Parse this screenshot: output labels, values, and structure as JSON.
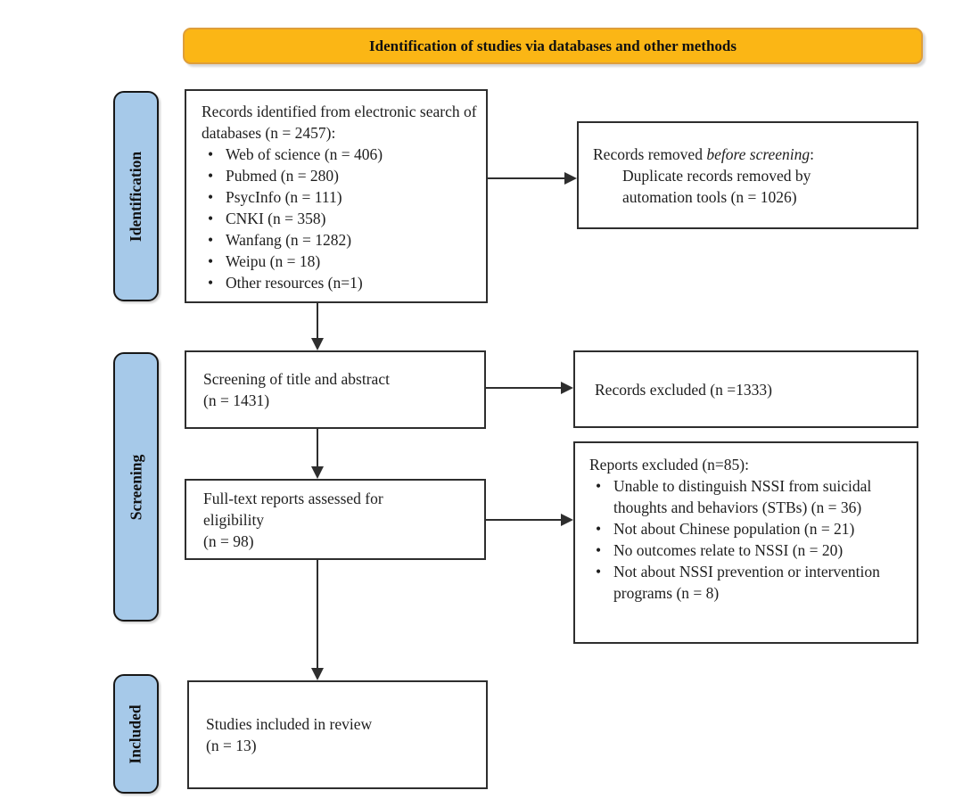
{
  "banner": {
    "title": "Identification of studies via databases and other methods"
  },
  "stages": [
    {
      "label": "Identification"
    },
    {
      "label": "Screening"
    },
    {
      "label": "Included"
    }
  ],
  "flow": {
    "identified": {
      "heading": "Records identified from electronic search of databases (n = 2457):",
      "items": [
        "Web of science (n = 406)",
        "Pubmed (n = 280)",
        "PsycInfo (n = 111)",
        "CNKI (n = 358)",
        "Wanfang (n = 1282)",
        "Weipu (n = 18)",
        "Other resources (n=1)"
      ]
    },
    "removed": {
      "prefix": "Records removed ",
      "italic": "before screening",
      "suffix": ":",
      "line2": "Duplicate records removed by",
      "line3": "automation tools (n = 1026)"
    },
    "screening": {
      "line1": "Screening of title and abstract",
      "line2": "(n = 1431)"
    },
    "records_excluded": {
      "text": "Records excluded (n =1333)"
    },
    "fulltext": {
      "line1": "Full-text reports assessed for",
      "line2": "eligibility",
      "line3": "(n = 98)"
    },
    "reports_excluded": {
      "heading": "Reports excluded (n=85):",
      "items": [
        "Unable to distinguish NSSI from suicidal thoughts and behaviors (STBs) (n = 36)",
        "Not about Chinese population (n = 21)",
        "No outcomes relate to NSSI (n = 20)",
        "Not about NSSI prevention or intervention programs (n = 8)"
      ]
    },
    "included": {
      "line1": "Studies included in review",
      "line2": "(n = 13)"
    }
  },
  "colors": {
    "banner_fill": "#FBB615",
    "banner_border": "#DE9E3A",
    "stage_fill": "#A6C9E9",
    "stage_border": "#171717",
    "box_border": "#2E2E2E",
    "text": "#1E1E1E",
    "background": "#FFFFFF"
  }
}
